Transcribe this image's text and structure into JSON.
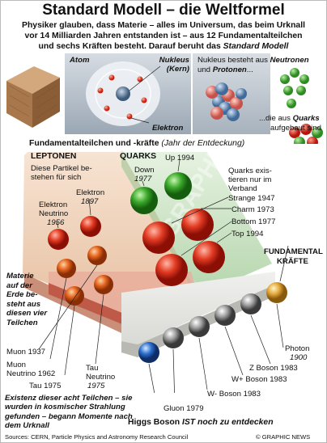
{
  "title": "Standard Modell – die Weltformel",
  "intro": {
    "line1": "Physiker glauben, dass Materie – alles im Universum, das beim Urknall",
    "line2": "vor 14 Milliarden  Jahren entstanden ist – aus 12 Fundamentalteilchen",
    "line3a": "und sechs Kräften besteht. Darauf beruht das ",
    "line3b": "Standard Modell"
  },
  "atom": {
    "atom": "Atom",
    "nucleus_1": "Nukleus",
    "nucleus_2": "(Kern)",
    "electron": "Elektron"
  },
  "nucleus_text": {
    "a1": "Nukleus besteht aus ",
    "a2": "Neutronen",
    "b1": "und ",
    "b2": "Protonen",
    "b3": "...",
    "c1": "...die aus ",
    "c2": "Quarks",
    "d": "aufgebaut sind"
  },
  "section": {
    "head": "Fundamentalteilchen und -kräfte",
    "sub": " (Jahr der Entdeckung)"
  },
  "leptons": {
    "title": "LEPTONEN",
    "desc_1": "Diese Partikel be-",
    "desc_2": "stehen für sich",
    "elektron_1": "Elektron",
    "elektron_2": "1897",
    "eneutrino_1": "Elektron",
    "eneutrino_2": "Neutrino",
    "eneutrino_3": "1956",
    "muon": "Muon 1937",
    "mneutrino_1": "Muon",
    "mneutrino_2": "Neutrino 1962",
    "tau": "Tau 1975",
    "tneutrino_1": "Tau",
    "tneutrino_2": "Neutrino",
    "tneutrino_3": "1975"
  },
  "quarks": {
    "title": "QUARKS",
    "down_1": "Down",
    "down_2": "1977",
    "up": "Up 1994",
    "verband_1": "Quarks exis-",
    "verband_2": "tieren nur im",
    "verband_3": "Verband",
    "strange": "Strange 1947",
    "charm": "Charm 1973",
    "bottom": "Bottom 1977",
    "top": "Top 1994"
  },
  "forces": {
    "title_1": "FUNDAMENTAL",
    "title_2": "KRÄFTE",
    "photon_1": "Photon",
    "photon_2": "1900",
    "z": "Z Boson 1983",
    "wplus": "W+ Boson 1983",
    "wminus": "W- Boson 1983",
    "gluon": "Gluon 1979"
  },
  "materie": {
    "l1": "Materie",
    "l2": "auf der",
    "l3": "Erde be-",
    "l4": "steht aus",
    "l5": "diesen vier",
    "l6": "Teilchen"
  },
  "footer_note": {
    "l1": "Existenz dieser acht Teilchen – sie",
    "l2": "wurden in kosmischer Strahlung",
    "l3": "gefunden – begann Momente nach",
    "l4": "dem Urknall"
  },
  "higgs": {
    "a": "Higgs Boson ",
    "b": "IST noch zu entdecken"
  },
  "sources": "Sources: CERN, Particle Physics and Astronomy Research Council",
  "credit": "© GRAPHIC NEWS",
  "watermark": "GRAPHIC NEWS"
}
